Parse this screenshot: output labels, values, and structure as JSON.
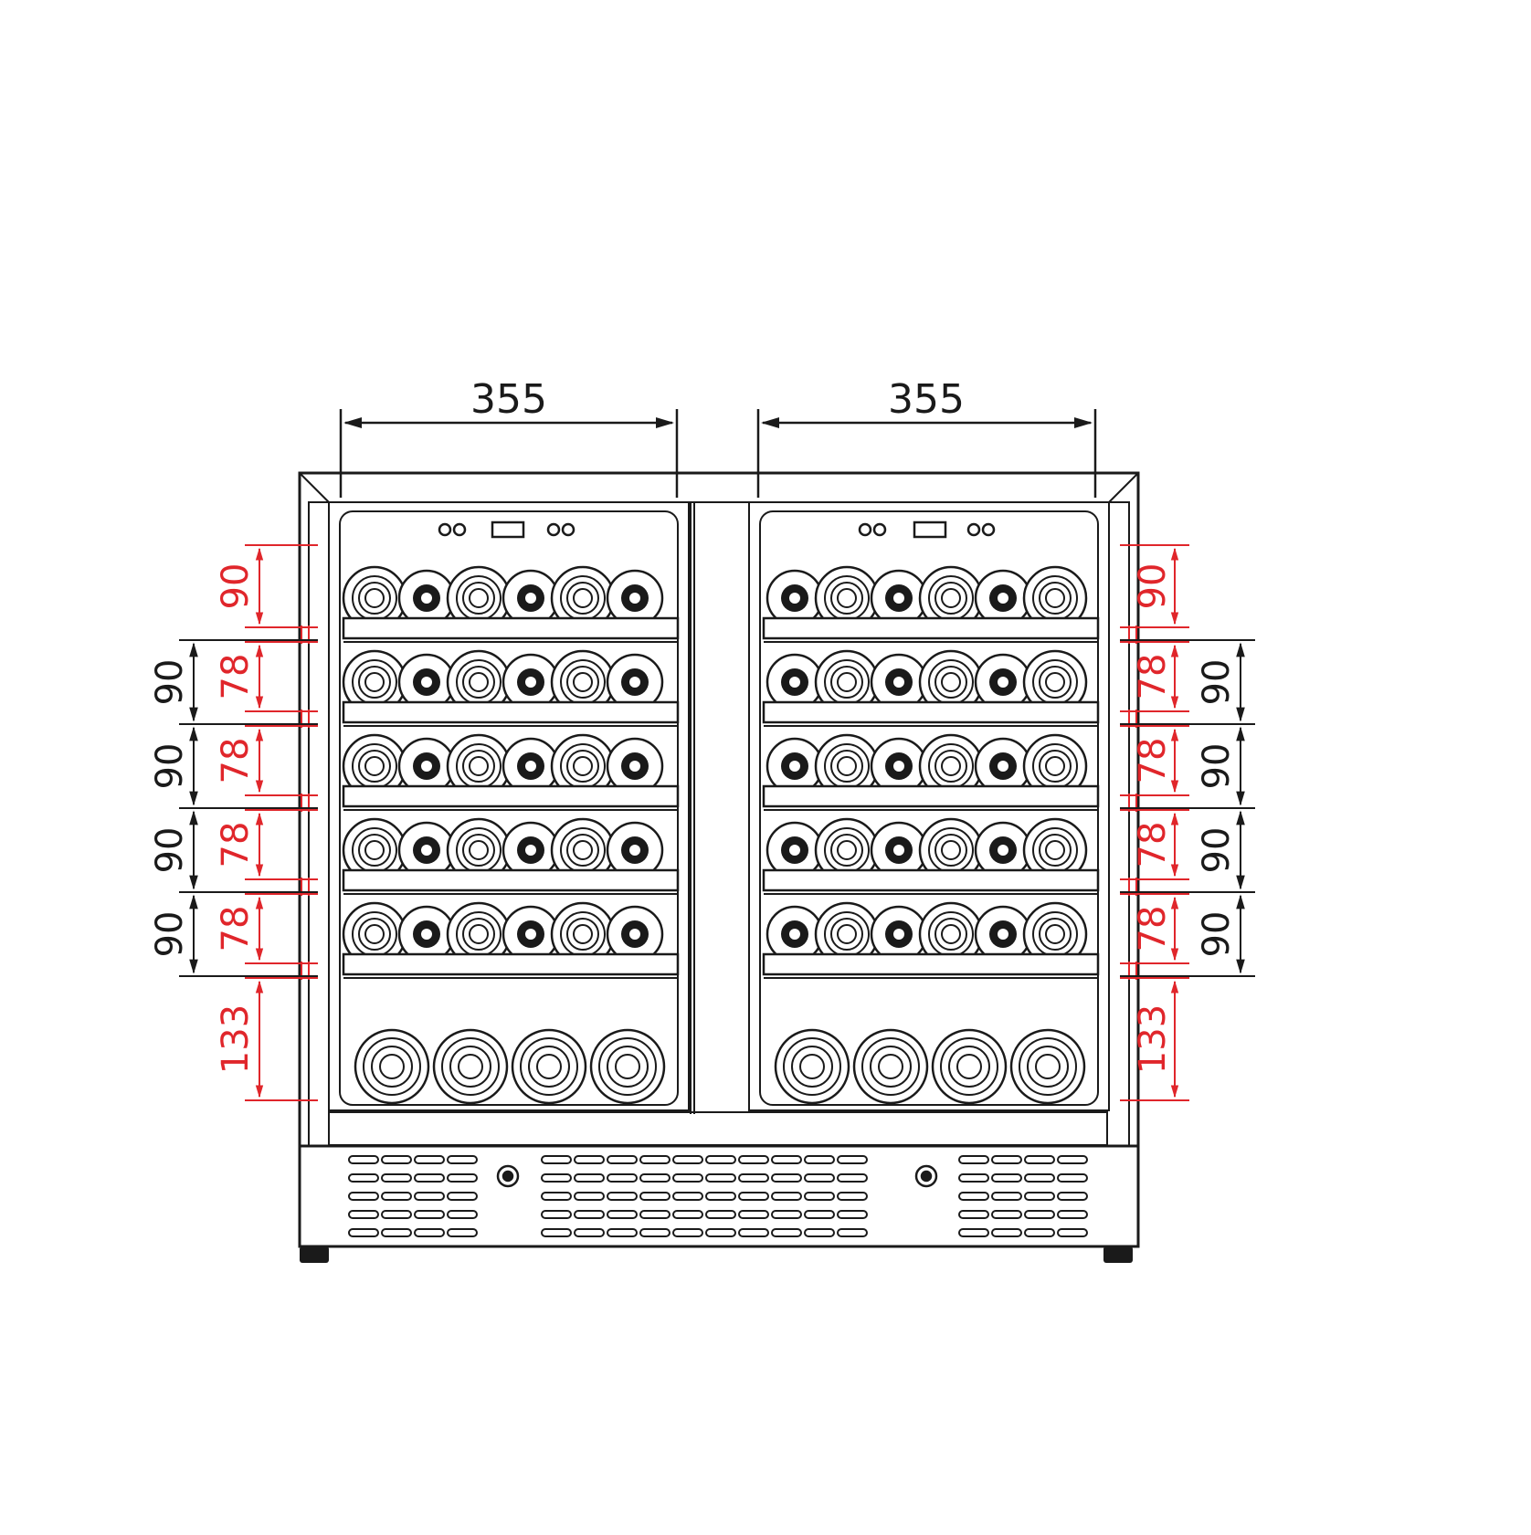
{
  "drawing": {
    "line_color": "#1a1a1a",
    "dim_color": "#e0262b",
    "background": "#ffffff"
  },
  "top_dimensions": {
    "left_width": "355",
    "right_width": "355"
  },
  "shelf_dimensions": {
    "red": [
      "90",
      "78",
      "78",
      "78",
      "78",
      "133"
    ],
    "black": [
      "90",
      "90",
      "90",
      "90"
    ]
  },
  "left_door": {
    "shelf_rows": [
      [
        "white",
        "black",
        "white",
        "black",
        "white",
        "black"
      ],
      [
        "white",
        "black",
        "white",
        "black",
        "white",
        "black"
      ],
      [
        "white",
        "black",
        "white",
        "black",
        "white",
        "black"
      ],
      [
        "white",
        "black",
        "white",
        "black",
        "white",
        "black"
      ],
      [
        "white",
        "black",
        "white",
        "black",
        "white",
        "black"
      ]
    ],
    "bottom_row": [
      "white",
      "white",
      "white",
      "white"
    ]
  },
  "right_door": {
    "shelf_rows": [
      [
        "black",
        "white",
        "black",
        "white",
        "black",
        "white"
      ],
      [
        "black",
        "white",
        "black",
        "white",
        "black",
        "white"
      ],
      [
        "black",
        "white",
        "black",
        "white",
        "black",
        "white"
      ],
      [
        "black",
        "white",
        "black",
        "white",
        "black",
        "white"
      ],
      [
        "black",
        "white",
        "black",
        "white",
        "black",
        "white"
      ]
    ],
    "bottom_row": [
      "white",
      "white",
      "white",
      "white"
    ]
  }
}
